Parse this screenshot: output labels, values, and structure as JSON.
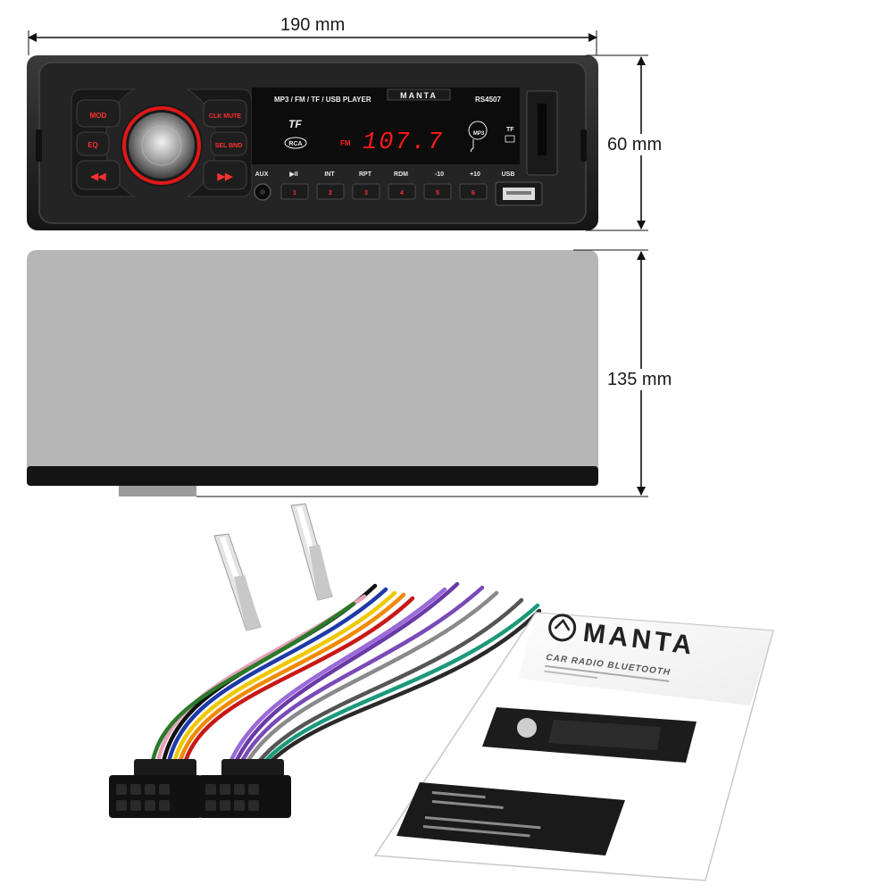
{
  "dimensions": {
    "width": "190 mm",
    "height": "60 mm",
    "depth": "135 mm"
  },
  "radio": {
    "source_label": "MP3 / FM / TF / USB PLAYER",
    "brand": "MANTA",
    "model": "RS4507",
    "display_band": "FM",
    "display_frequency": "107.7",
    "tf_label": "TF",
    "rca_label": "RCA",
    "music_badge": "MP3",
    "slot_label": "TF",
    "left_buttons": [
      "MOD",
      "EQ",
      "CLK MUTE",
      "SEL BND"
    ],
    "function_labels": [
      "AUX",
      "▶II",
      "INT",
      "RPT",
      "RDM",
      "-10",
      "+10",
      "USB"
    ],
    "preset_buttons": [
      "1",
      "2",
      "3",
      "4",
      "5",
      "6"
    ]
  },
  "manual": {
    "brand": "MANTA",
    "subtitle": "CAR RADIO BLUETOOTH"
  },
  "colors": {
    "body": "#222222",
    "display_red": "#ff1a1a",
    "housing": "#b6b6b6",
    "background": "#ffffff"
  }
}
